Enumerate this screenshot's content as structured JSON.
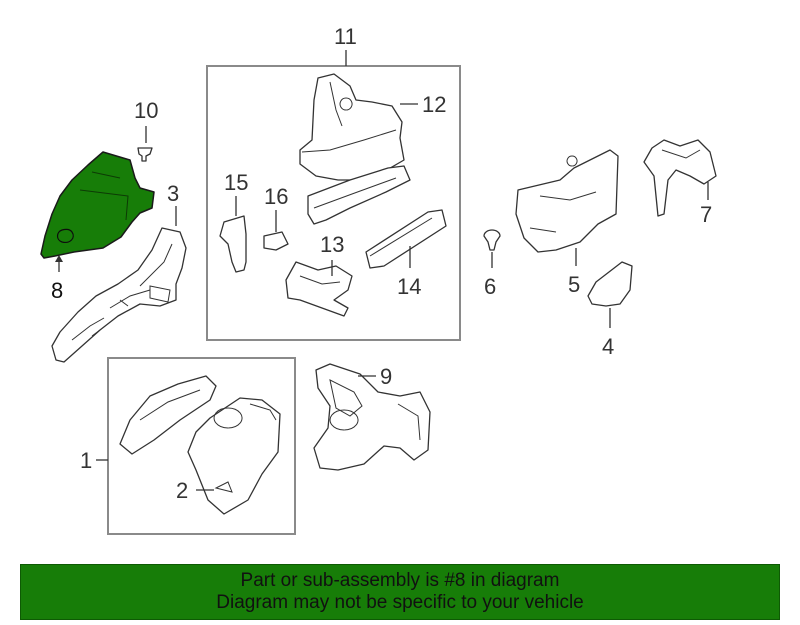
{
  "callouts": {
    "c1": "1",
    "c2": "2",
    "c3": "3",
    "c4": "4",
    "c5": "5",
    "c6": "6",
    "c7": "7",
    "c8": "8",
    "c9": "9",
    "c10": "10",
    "c11": "11",
    "c12": "12",
    "c13": "13",
    "c14": "14",
    "c15": "15",
    "c16": "16"
  },
  "highlight_color": "#177d08",
  "banner": {
    "line1": "Part or sub-assembly is #8 in diagram",
    "line2": "Diagram may not be specific to your vehicle"
  }
}
